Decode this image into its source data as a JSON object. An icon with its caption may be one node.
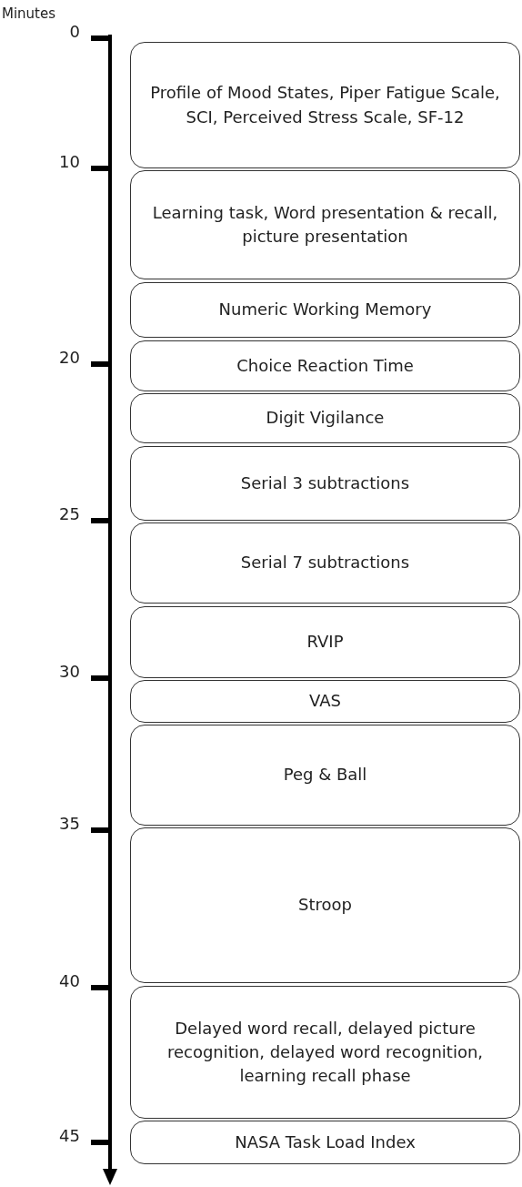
{
  "diagram": {
    "nodes": [
      {
        "text": [
          "Profile of Mood States, Piper Fatigue Scale, SCI, Perceived Stress Scale, SF-12"
        ]
      },
      {
        "text": [
          "Learning task, Word presentation & recall, picture presentation"
        ]
      },
      {
        "text": [
          "Numeric Working Memory"
        ]
      },
      {
        "text": [
          "Choice Reaction Time"
        ]
      },
      {
        "text": [
          "Digit Vigilance"
        ]
      },
      {
        "text": [
          "Serial 3 subtractions"
        ]
      },
      {
        "text": [
          "Serial 7 subtractions"
        ]
      },
      {
        "text": [
          "RVIP"
        ]
      },
      {
        "text": [
          "VAS"
        ]
      },
      {
        "text": [
          "Peg & Ball"
        ]
      },
      {
        "text": [
          "Stroop"
        ]
      },
      {
        "text": [
          "Delayed word recall, delayed picture recognition, delayed word recognition, learning recall phase"
        ]
      },
      {
        "text": [
          "NASA Task Load Index"
        ]
      }
    ],
    "labels": [
      "Minutes",
      "0",
      "10",
      "20",
      "25",
      "30",
      "35",
      "40",
      "45"
    ]
  }
}
